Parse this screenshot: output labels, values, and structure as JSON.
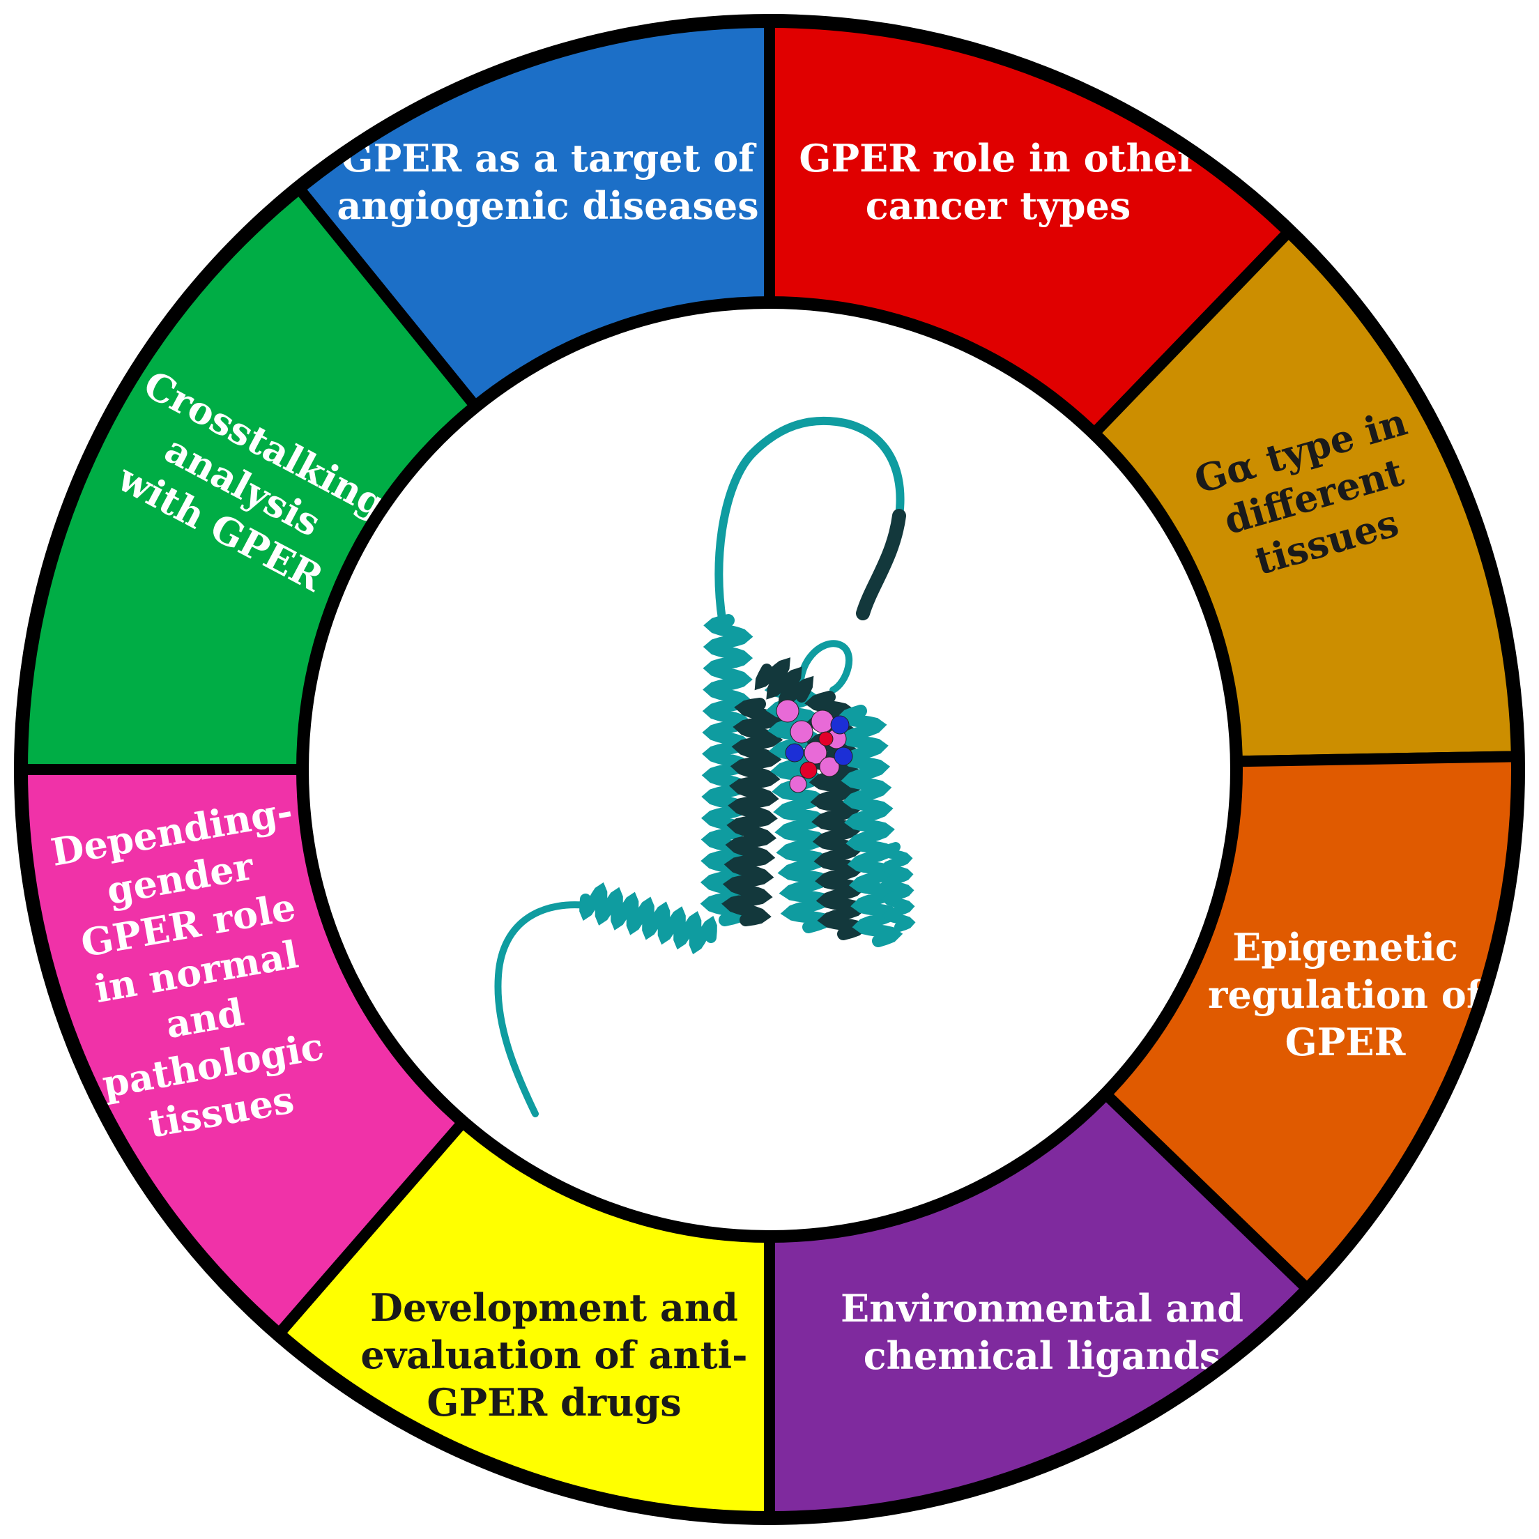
{
  "segments": [
    {
      "id": "angiogenic",
      "lines": [
        "GPER as a target of",
        "angiogenic diseases"
      ],
      "color": "#1c6fc7",
      "text_color": "#ffffff"
    },
    {
      "id": "cancer-types",
      "lines": [
        "GPER role in other",
        "cancer types"
      ],
      "color": "#e00000",
      "text_color": "#ffffff"
    },
    {
      "id": "galpha",
      "lines": [
        "Gα type in",
        "different",
        "tissues"
      ],
      "color": "#cc8e00",
      "text_color": "#1a1a1a"
    },
    {
      "id": "epigenetic",
      "lines": [
        "Epigenetic",
        "regulation of",
        "GPER"
      ],
      "color": "#e05a00",
      "text_color": "#ffffff"
    },
    {
      "id": "ligands",
      "lines": [
        "Environmental and",
        "chemical ligands"
      ],
      "color": "#7f2a9e",
      "text_color": "#ffffff"
    },
    {
      "id": "drugs",
      "lines": [
        "Development and",
        "evaluation of anti-",
        "GPER drugs"
      ],
      "color": "#ffff00",
      "text_color": "#1a1a1a"
    },
    {
      "id": "gender",
      "lines": [
        "Depending-",
        "gender",
        "GPER role",
        "in normal",
        "and",
        "pathologic",
        "tissues"
      ],
      "color": "#f032a8",
      "text_color": "#ffffff"
    },
    {
      "id": "crosstalk",
      "lines": [
        "Crosstalking",
        "analysis",
        "with GPER"
      ],
      "color": "#00ad45",
      "text_color": "#ffffff"
    }
  ],
  "center": {
    "ribbon_color": "#0f9ca0",
    "dark_color": "#13383c",
    "ligand_color": "#e86ad7",
    "atom_blue": "#1c2fd6",
    "atom_red": "#e3002a"
  }
}
